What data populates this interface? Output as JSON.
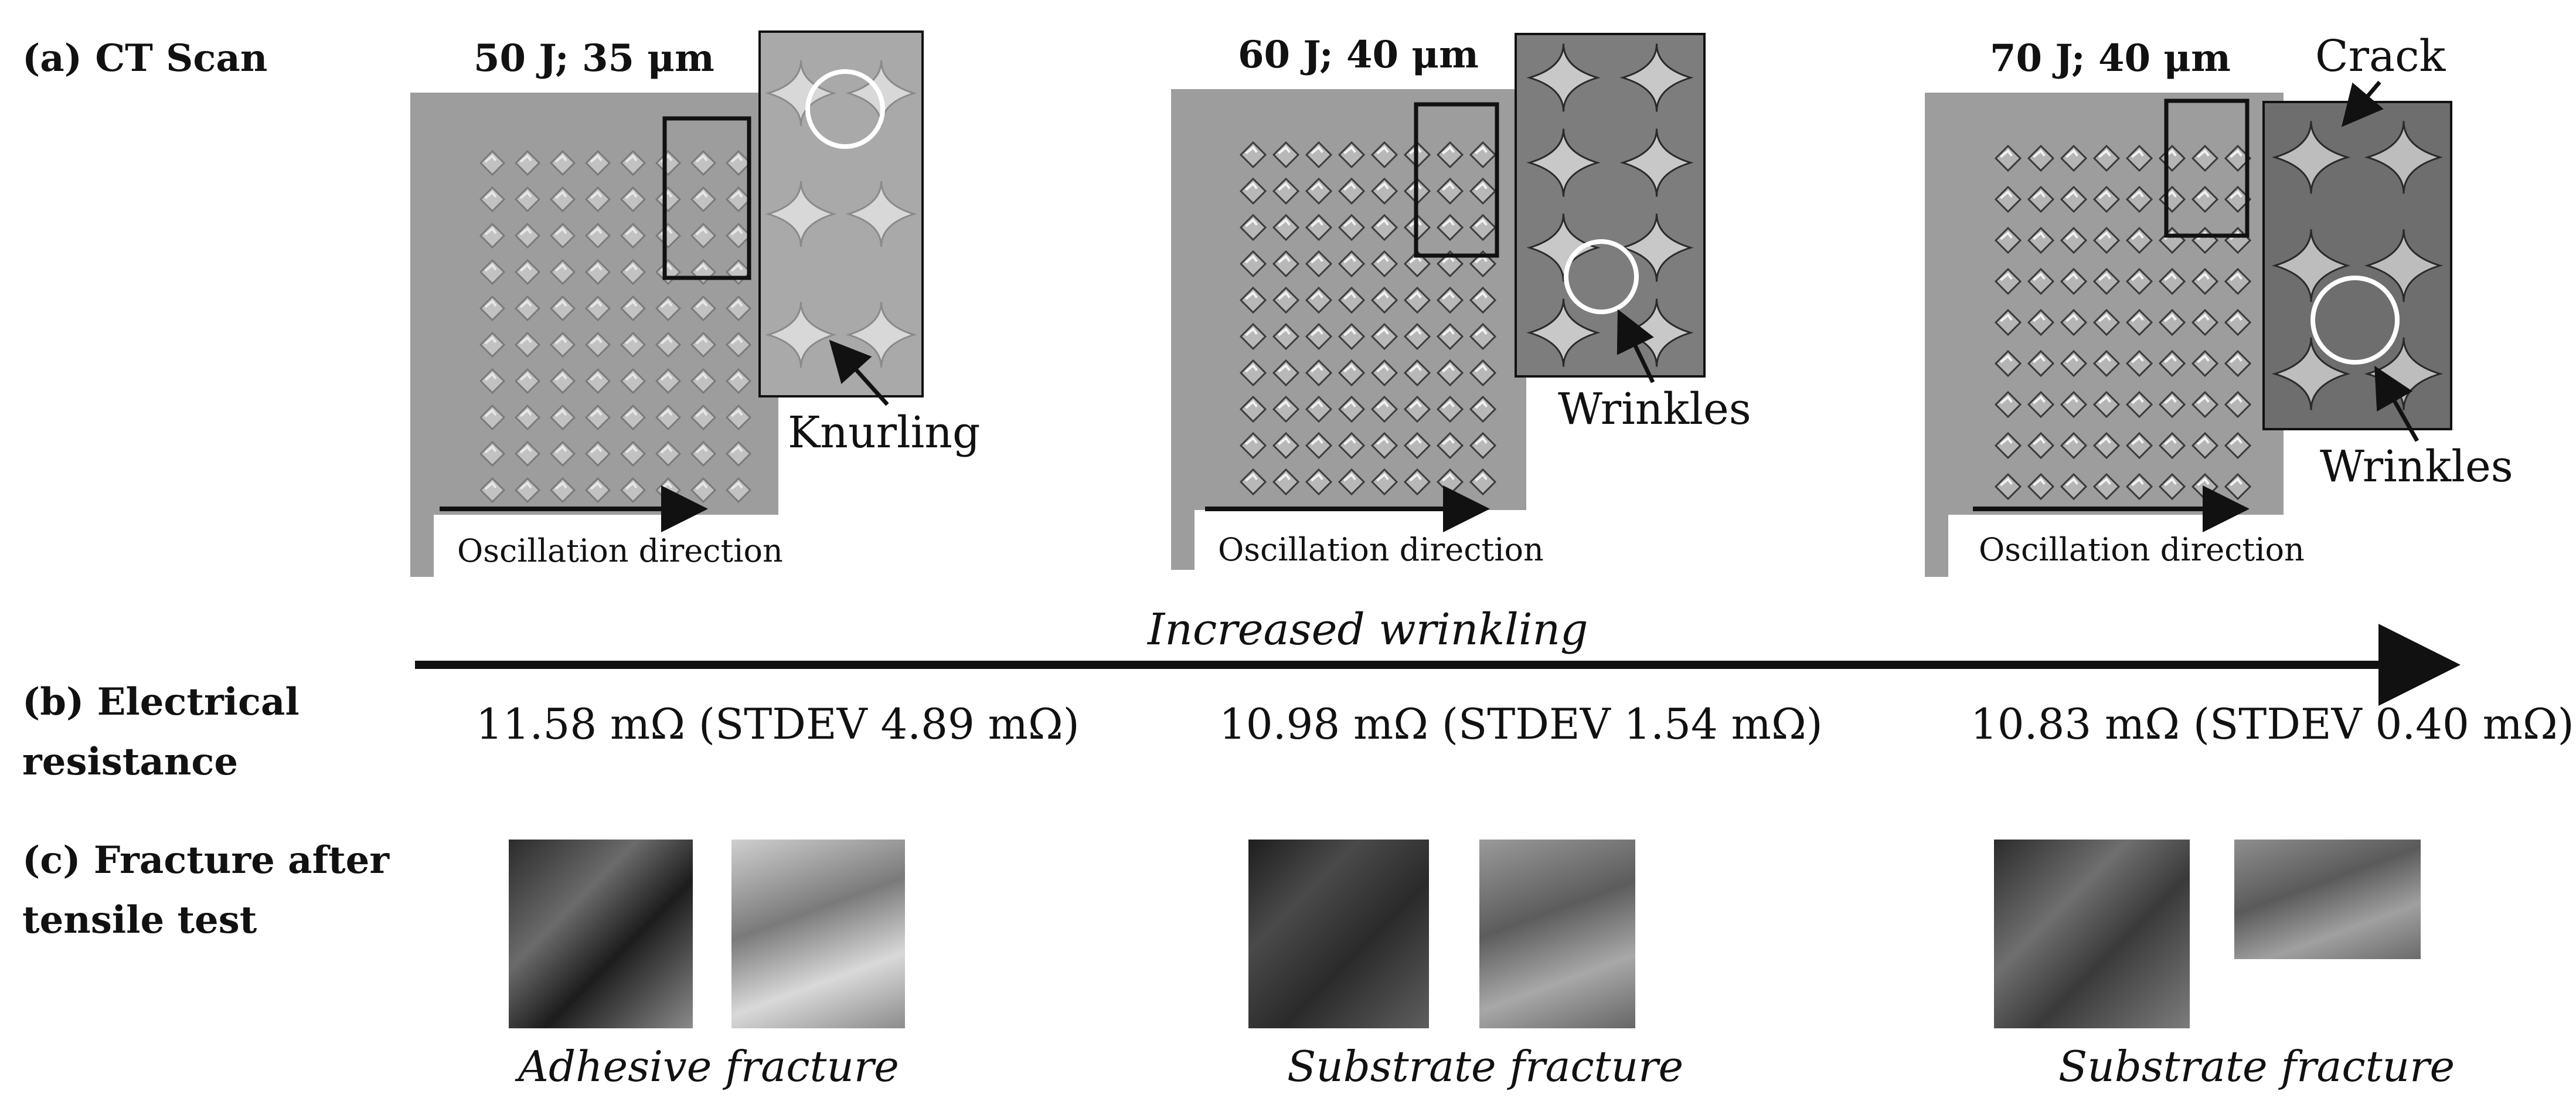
{
  "rows": {
    "a_label": "(a) CT Scan",
    "b_label_line1": "(b) Electrical",
    "b_label_line2": "resistance",
    "c_label_line1": "(c) Fracture after",
    "c_label_line2": "tensile test"
  },
  "panels": [
    {
      "title": "50 J; 35 μm",
      "annotation": "Knurling",
      "direction": "Oscillation direction",
      "resistance": "11.58 mΩ (STDEV 4.89 mΩ)",
      "fracture": "Adhesive fracture"
    },
    {
      "title": "60 J; 40 μm",
      "annotation": "Wrinkles",
      "direction": "Oscillation direction",
      "resistance": "10.98 mΩ (STDEV 1.54 mΩ)",
      "fracture": "Substrate fracture"
    },
    {
      "title": "70 J; 40 μm",
      "annotation_top": "Crack",
      "annotation": "Wrinkles",
      "direction": "Oscillation direction",
      "resistance": "10.83 mΩ (STDEV 0.40 mΩ)",
      "fracture": "Substrate fracture"
    }
  ],
  "trend_label": "Increased wrinkling"
}
